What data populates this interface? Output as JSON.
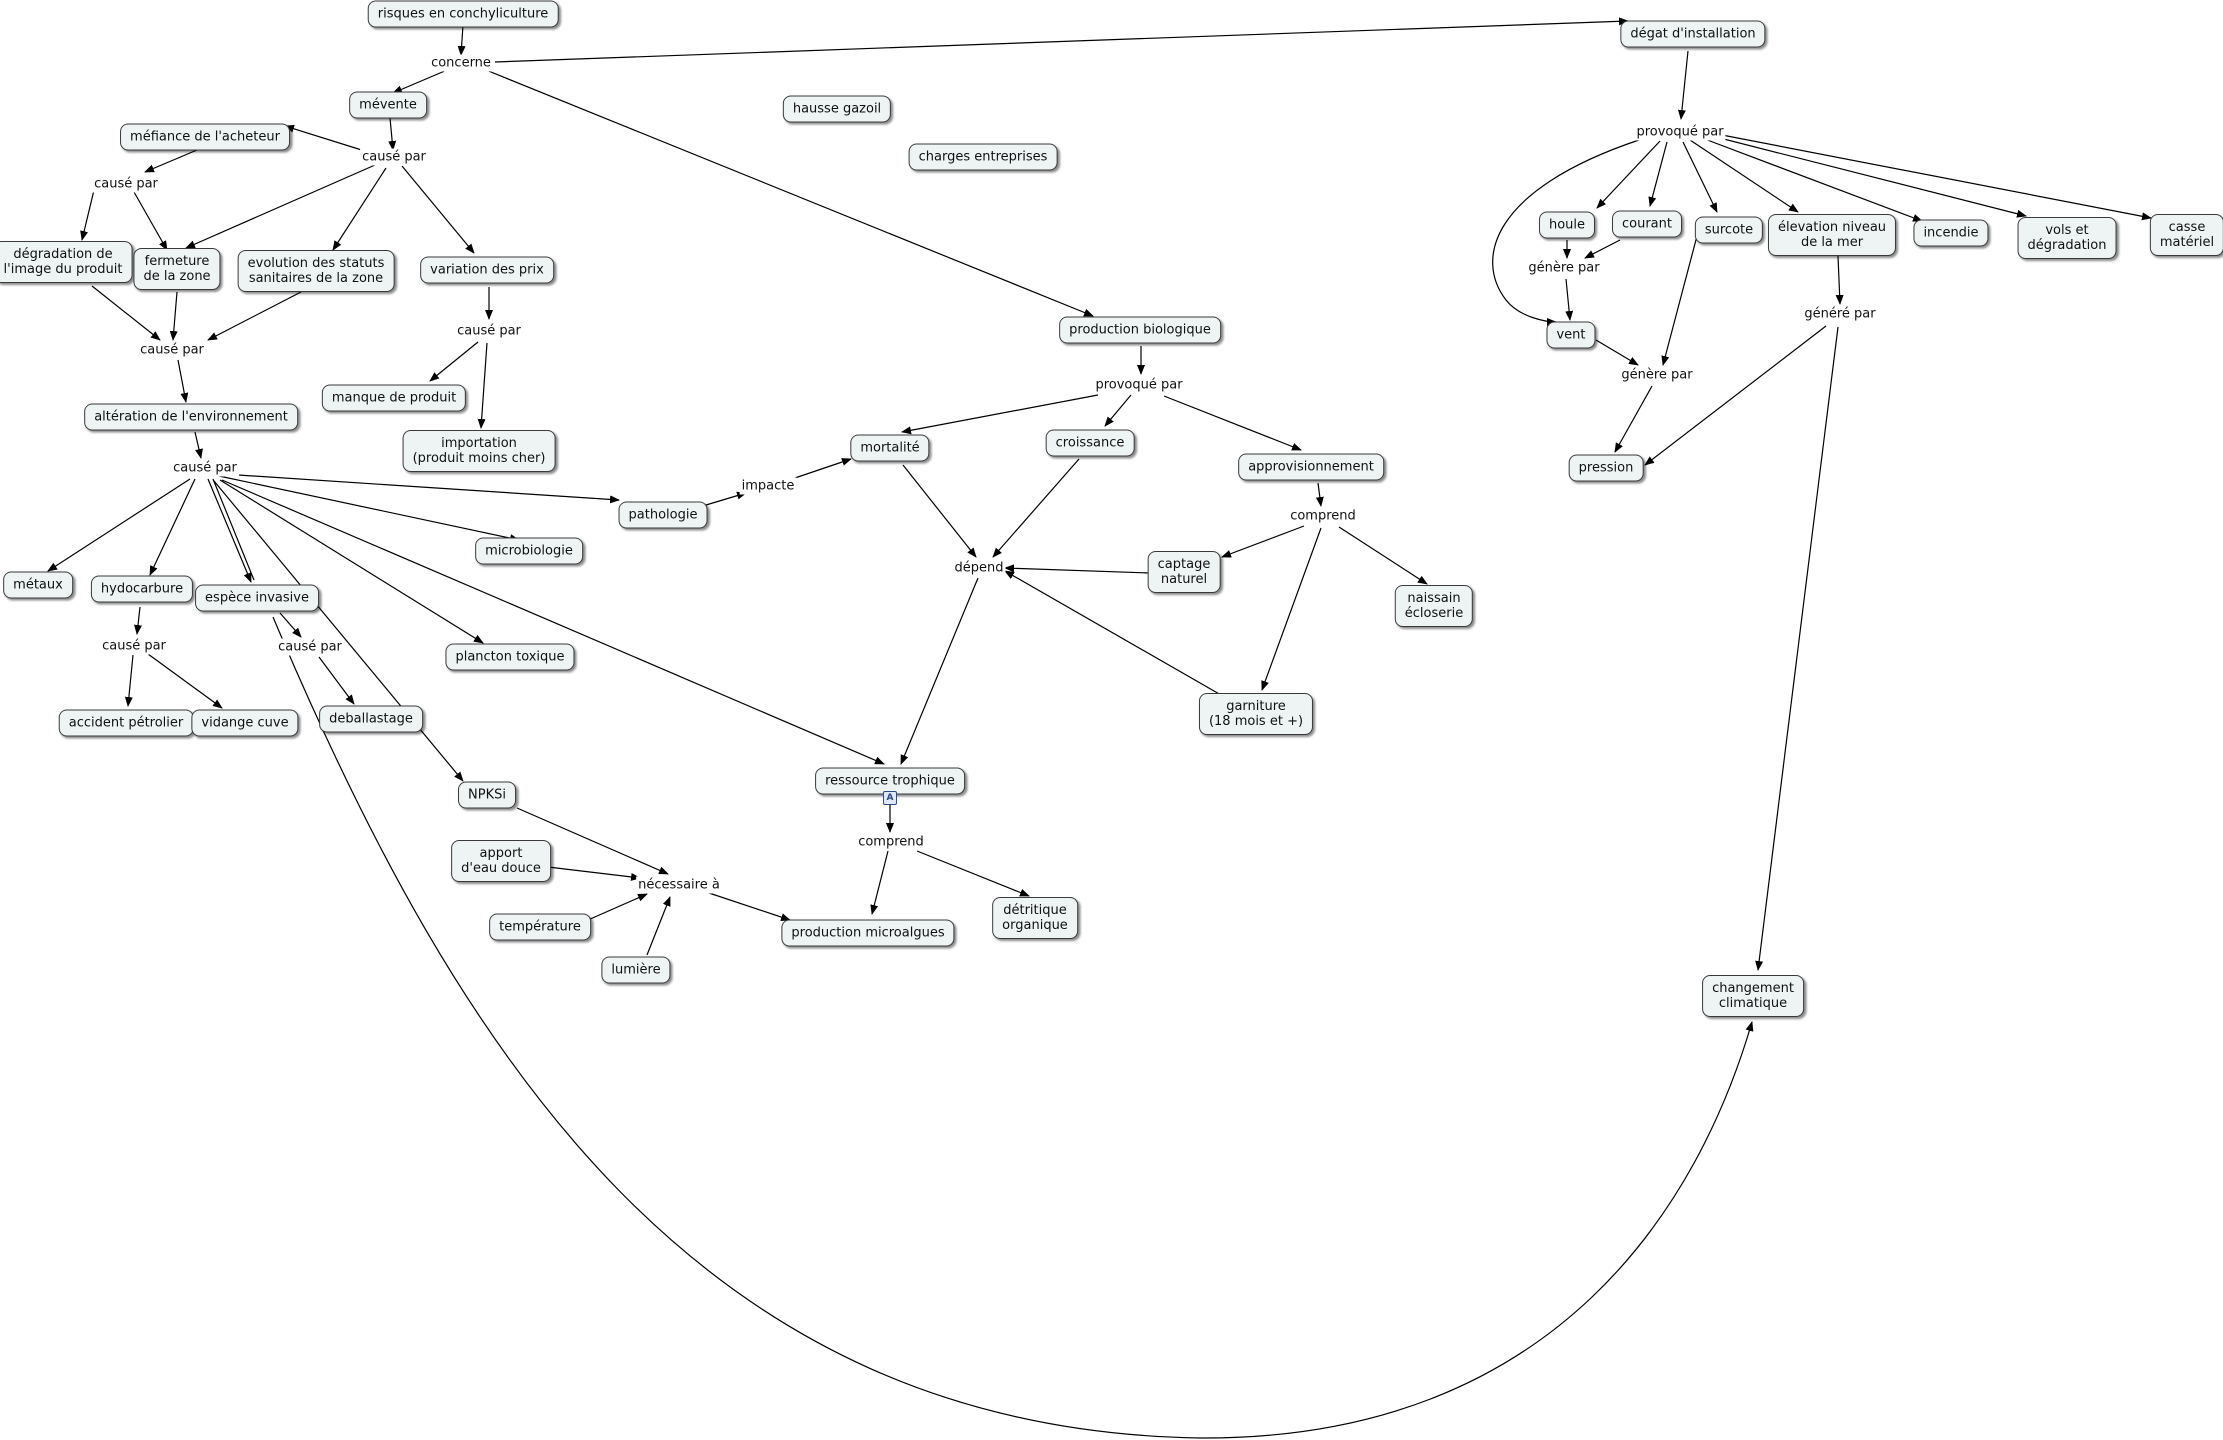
{
  "concepts": {
    "risques": "risques en conchyliculture",
    "mevente": "mévente",
    "mefiance": "méfiance de l'acheteur",
    "degradation_image": "dégradation de\nl'image du produit",
    "fermeture": "fermeture\nde la zone",
    "evolution_statuts": "evolution des statuts\nsanitaires de la zone",
    "variation_prix": "variation des prix",
    "manque_produit": "manque de produit",
    "importation": "importation\n(produit moins cher)",
    "alteration": "altération de l'environnement",
    "metaux": "métaux",
    "hydocarbure": "hydocarbure",
    "espece_invasive": "espèce invasive",
    "microbiologie": "microbiologie",
    "pathologie": "pathologie",
    "plancton": "plancton toxique",
    "accident": "accident pétrolier",
    "vidange": "vidange cuve",
    "deballastage": "deballastage",
    "npksi": "NPKSi",
    "apport": "apport\nd'eau douce",
    "temperature": "température",
    "lumiere": "lumière",
    "hausse_gazoil": "hausse gazoil",
    "charges": "charges entreprises",
    "production_bio": "production biologique",
    "mortalite": "mortalité",
    "croissance": "croissance",
    "approvisionnement": "approvisionnement",
    "captage": "captage\nnaturel",
    "naissain": "naissain\nécloserie",
    "garniture": "garniture\n(18 mois et +)",
    "ressource": "ressource trophique",
    "production_micro": "production microalgues",
    "detritique": "détritique\norganique",
    "degat": "dégat d'installation",
    "houle": "houle",
    "courant": "courant",
    "surcote": "surcote",
    "elevation": "élevation niveau\nde la mer",
    "incendie": "incendie",
    "vols": "vols et\ndégradation",
    "casse": "casse\nmatériel",
    "vent": "vent",
    "pression": "pression",
    "changement": "changement\nclimatique"
  },
  "phrases": {
    "concerne": "concerne",
    "cause_par_1": "causé par",
    "cause_par_2": "causé par",
    "cause_par_3": "causé par",
    "cause_par_4": "causé par",
    "cause_par_5": "causé par",
    "cause_par_6": "causé par",
    "cause_par_7": "causé par",
    "impacte": "impacte",
    "necessaire": "nécessaire à",
    "provoque_par_1": "provoqué par",
    "depend": "dépend",
    "comprend_1": "comprend",
    "comprend_2": "comprend",
    "provoque_par_2": "provoqué par",
    "genere_par_1": "génère par",
    "genere_par_2": "génère par",
    "genere_par_3": "généré par"
  },
  "badge_icon": "link-resource-icon",
  "colors": {
    "node_fill": "#eef3f4",
    "node_border": "#3a3a3a",
    "line": "#000000"
  }
}
